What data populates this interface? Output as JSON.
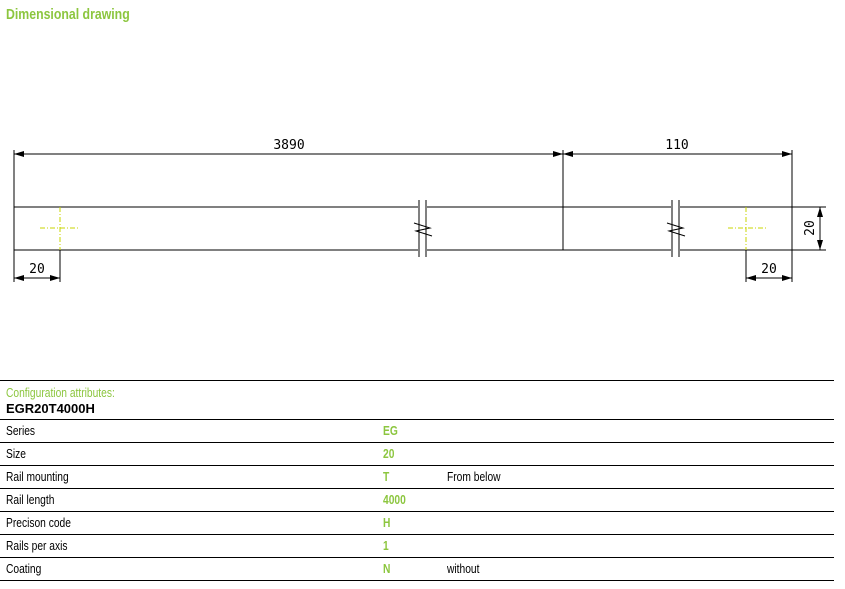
{
  "page": {
    "title": "Dimensional drawing"
  },
  "drawing": {
    "dim_length_main": "3890",
    "dim_length_end": "110",
    "dim_left_offset": "20",
    "dim_right_offset": "20",
    "dim_height": "20"
  },
  "config": {
    "title": "Configuration attributes:",
    "code": "EGR20T4000H",
    "rows": [
      {
        "label": "Series",
        "value": "EG",
        "desc": ""
      },
      {
        "label": "Size",
        "value": "20",
        "desc": ""
      },
      {
        "label": "Rail mounting",
        "value": "T",
        "desc": "From below"
      },
      {
        "label": "Rail length",
        "value": "4000",
        "desc": ""
      },
      {
        "label": "Precison code",
        "value": "H",
        "desc": ""
      },
      {
        "label": "Rails per axis",
        "value": "1",
        "desc": ""
      },
      {
        "label": "Coating",
        "value": "N",
        "desc": "without"
      }
    ]
  },
  "colors": {
    "accent": "#8cc63f",
    "line": "#000000"
  }
}
